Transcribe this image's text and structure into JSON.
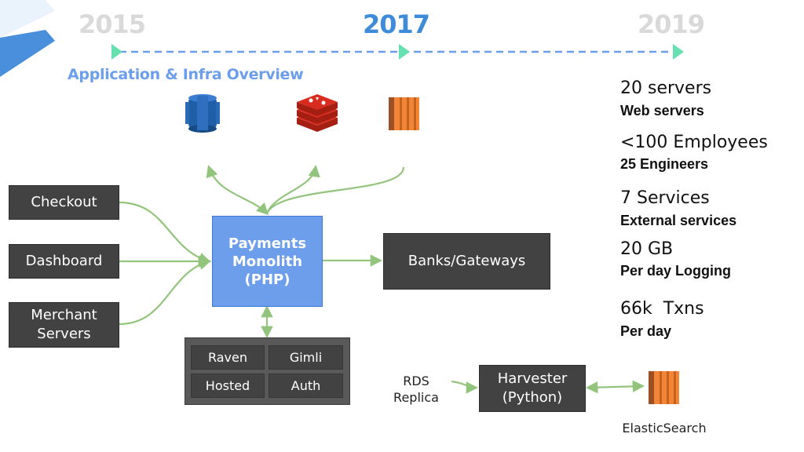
{
  "timeline": {
    "years": [
      "2015",
      "2017",
      "2019"
    ],
    "active_year": "2017",
    "colors": {
      "inactive": "#d9d9d9",
      "active": "#3d8bd9",
      "line": "#6d9eeb",
      "marker": "#66e0b0"
    }
  },
  "header": {
    "subtitle": "Application & Infra Overview",
    "subtitle_color": "#6d9eeb"
  },
  "icons": {
    "database": "aws-rds-database-icon",
    "cache": "redis-cache-icon",
    "compute": "aws-ec2-icon",
    "search": "elasticsearch-ec2-icon"
  },
  "clients": {
    "checkout": "Checkout",
    "dashboard": "Dashboard",
    "merchant": "Merchant\nServers"
  },
  "core": {
    "monolith": "Payments\nMonolith\n(PHP)"
  },
  "banks": {
    "label": "Banks/Gateways"
  },
  "services": {
    "raven": "Raven",
    "gimli": "Gimli",
    "hosted": "Hosted",
    "auth": "Auth"
  },
  "pipeline": {
    "rds_replica": "RDS\nReplica",
    "harvester": "Harvester\n(Python)",
    "elasticsearch": "ElasticSearch"
  },
  "stats": [
    {
      "value": "20 servers",
      "label": "Web servers"
    },
    {
      "value": "<100 Employees",
      "label": "25 Engineers"
    },
    {
      "value": "7 Services",
      "label": "External services"
    },
    {
      "value": "20 GB",
      "label": "Per day Logging"
    },
    {
      "value": "66k  Txns",
      "label": "Per day"
    }
  ],
  "palette": {
    "arrow": "#93c47d",
    "dark_box": "#424242",
    "blue_box": "#6d9eeb"
  }
}
